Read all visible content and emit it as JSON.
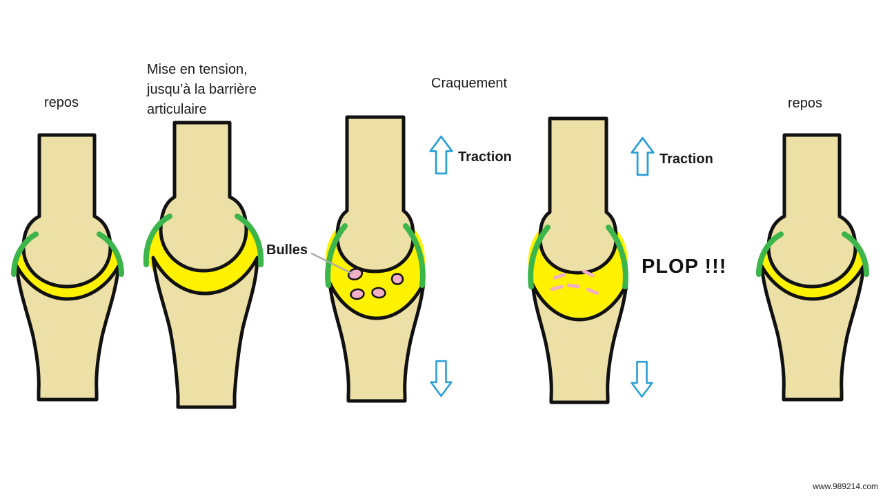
{
  "colors": {
    "bone": "#ece0a6",
    "fluid": "#fff200",
    "cartilage": "#3cb54b",
    "outline": "#111111",
    "bubble": "#f2afc6",
    "arrow": "#2b9fd8",
    "pointer": "#aaaaaa",
    "text": "#1a1a1a"
  },
  "labels": {
    "rest_left": "repos",
    "rest_right": "repos",
    "tension_line1": "Mise en tension,",
    "tension_line2": "jusqu’à la barrière",
    "tension_line3": "articulaire",
    "crack_title": "Craquement",
    "bubbles": "Bulles",
    "traction_left": "Traction",
    "traction_right": "Traction",
    "plop": "PLOP !!!"
  },
  "watermark": "www.989214.com",
  "stages": [
    {
      "state": "rest",
      "label": "repos"
    },
    {
      "state": "tension",
      "label": "Mise en tension, jusqu’à la barrière articulaire"
    },
    {
      "state": "cracked",
      "label": "Craquement",
      "annotation": "Bulles",
      "traction": "Traction"
    },
    {
      "state": "released",
      "label": "PLOP !!!",
      "traction": "Traction"
    },
    {
      "state": "rest",
      "label": "repos"
    }
  ]
}
